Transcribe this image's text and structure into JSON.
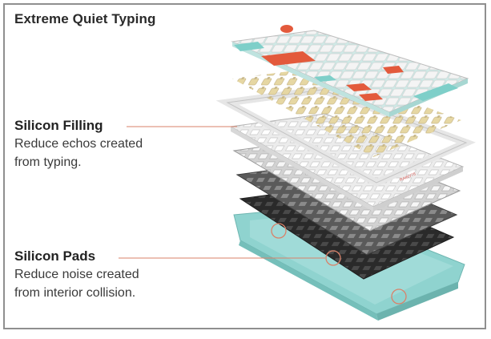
{
  "title": "Extreme Quiet Typing",
  "callouts": [
    {
      "heading": "Silicon Filling",
      "description_lines": [
        "Reduce echos created",
        "from typing."
      ]
    },
    {
      "heading": "Silicon Pads",
      "description_lines": [
        "Reduce noise created",
        "from interior collision."
      ]
    }
  ],
  "colors": {
    "accent_line": "#d9826a",
    "keycap_teal": "#7ecfc9",
    "keycap_white": "#f1f1f1",
    "keycap_orange": "#e35a3c",
    "switch_yellow": "#e8d9a8",
    "plate_white": "#ececec",
    "plate_gray": "#c9c9c9",
    "foam_dark": "#555555",
    "pad_dark": "#2b2b2b",
    "case_teal": "#8fd3cf"
  }
}
